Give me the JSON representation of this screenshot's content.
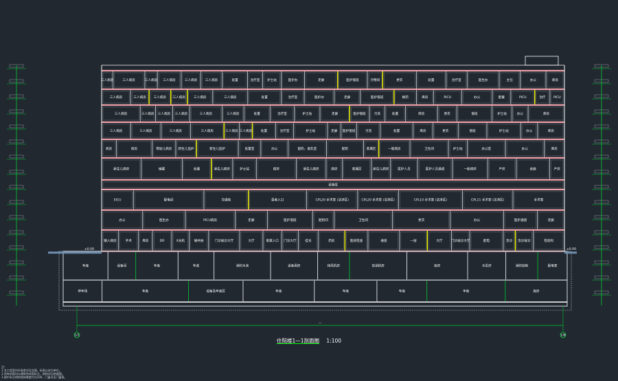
{
  "drawing": {
    "title": "住院楼1—1剖面图",
    "scale": "1:100",
    "notes": [
      "注：",
      "1.本工程室内外高差详见总图，标高以米为单位。",
      "2.所有剖面均以建筑完成面标注，结构详见结施图。",
      "3.图中未注明的墙体厚度均为200，门窗详见门窗表。"
    ],
    "grid_axes": [
      "1/1",
      "1/8"
    ],
    "overall_dimension": "—",
    "ground_mark_left": "±0.00",
    "ground_mark_right": "±0.00"
  },
  "colors": {
    "background": "#212830",
    "slab": "#f0a0a8",
    "wall": "#ffffff",
    "door": "#ffff00",
    "grid": "#00cc33",
    "foundation": "#b8bec4"
  },
  "floor_rooms": [
    [
      "三人病房",
      "三人病房",
      "三人病房",
      "三人病房",
      "三人病房",
      "三人病房",
      "处置",
      "治疗室",
      "护士站",
      "医护办",
      "走廊",
      "医护值班",
      "污物间",
      "更衣",
      "处置",
      "治疗室",
      "医生办",
      "主任",
      "办公",
      "库房"
    ],
    [
      "三人病房",
      "三人病房",
      "三人病房",
      "三人病房",
      "三人病房",
      "三人病房",
      "处置",
      "治疗室",
      "医护办",
      "走廊",
      "医护值班",
      "换药",
      "库房",
      "PICU",
      "办公",
      "配餐",
      "PICU",
      "治疗",
      "PICU"
    ],
    [
      "三人病房",
      "三人病房",
      "三人病房",
      "三人病房",
      "三人病房",
      "三人病房",
      "处置",
      "治疗室",
      "护士站",
      "走廊",
      "医护值班",
      "污洗",
      "处置",
      "库房",
      "更衣",
      "值班",
      "护士站",
      "办公",
      "库房"
    ],
    [
      "三人病房",
      "三人病房",
      "三人病房",
      "三人病房",
      "三人病房",
      "三人病房",
      "处置",
      "治疗室",
      "护士站",
      "走廊",
      "医护值班",
      "污洗",
      "处置",
      "库房",
      "更衣",
      "值班",
      "护士站",
      "办公",
      "库房"
    ],
    [
      "病房",
      "病房",
      "婴幼儿病房",
      "新生儿监护",
      "新生儿监护",
      "处置室",
      "办公",
      "配奶、备乳室",
      "配奶",
      "家属区",
      "一般病房",
      "卫生间",
      "护士站",
      "办公室",
      "办公",
      "库房"
    ],
    [
      "新生儿病房",
      "储藏",
      "处置",
      "新生儿病房",
      "护士站",
      "病房",
      "新生儿病房",
      "病房",
      "家属区",
      "新生儿病房",
      "医护人员",
      "医护人员通道",
      "一般病房",
      "产房",
      "走廊",
      "产房"
    ],
    [
      "设备层"
    ],
    [
      "EICU",
      "配电间",
      "交通核",
      "患者入口",
      "CPL20 手术室 (洁净区)",
      "CPL20 手术室 (洁净区)",
      "CPL10 手术室 (洁净区)",
      "CPL11 手术室 (洁净区)",
      "手术室"
    ],
    [
      "办公",
      "医生办",
      "PICU病房",
      "走廊",
      "医护值班",
      "配奶间",
      "卫生间",
      "更衣",
      "办公",
      "医护通道",
      "走廊"
    ],
    [
      "输入病房",
      "手术",
      "库房",
      "DR",
      "X光机",
      "磁共振",
      "门诊候诊大厅",
      "大厅",
      "家属入口",
      "门诊大厅",
      "挂号",
      "药房",
      "医技检查",
      "通道",
      "一层",
      "大厅",
      "门诊候诊大厅",
      "配电",
      "急诊",
      "急诊候诊",
      "检验科"
    ],
    [
      "车库",
      "设备间",
      "车库",
      "车道",
      "消防水池",
      "设备用房",
      "排风机房",
      "空调机房",
      "库房",
      "水泵房",
      "消防控制",
      "配电室"
    ],
    [
      "停车场",
      "车库",
      "设备及车库区",
      "车库",
      "车库",
      "车库",
      "车库",
      "库房"
    ]
  ]
}
